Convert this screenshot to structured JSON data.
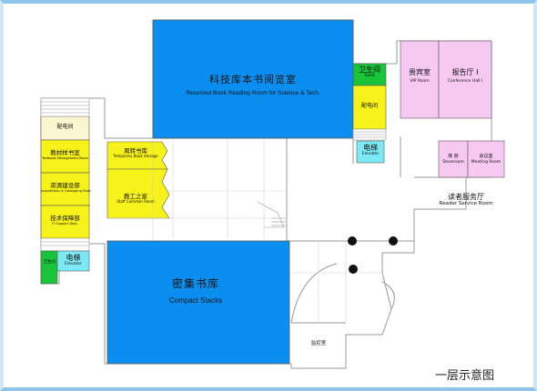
{
  "map": {
    "caption": "一层示意图",
    "rooms": {
      "science_reading": {
        "zh": "科技库本书阅览室",
        "en": "Reserved Book Reading Room for Science & Tech."
      },
      "toilet_top": {
        "zh": "卫生间",
        "en": "Toilet"
      },
      "power_room_center": {
        "zh": "配电间"
      },
      "elevator_center": {
        "zh": "电梯",
        "en": "Elevator"
      },
      "vip_room": {
        "zh": "贵宾室",
        "en": "VIP Room"
      },
      "conference_hall": {
        "zh": "报告厅 I",
        "en": "Conference Hall  I"
      },
      "storeroom": {
        "zh": "库 房",
        "en": "Storeroom"
      },
      "meeting_room": {
        "zh": "会议室",
        "en": "Meeting Room"
      },
      "reader_service": {
        "zh": "读者服务厅",
        "en": "Reader Service Room"
      },
      "power_room_left": {
        "zh": "配电间"
      },
      "textbook_mgmt": {
        "zh": "教材样书室",
        "en": "Textbook Management Room"
      },
      "acquisitions": {
        "zh": "资源建设部",
        "en": "Acquisitions & Cataloging Dept."
      },
      "it_support": {
        "zh": "技术保障部",
        "en": "IT Support Dept."
      },
      "toilet_left": {
        "zh": "卫生间"
      },
      "elevator_left": {
        "zh": "电梯",
        "en": "Elevator"
      },
      "temp_storage": {
        "zh": "周转书库",
        "en": "Temporary Book Storage"
      },
      "staff_common": {
        "zh": "教工之家",
        "en": "Staff Common Room"
      },
      "compact_stacks": {
        "zh": "密集书库",
        "en": "Compact Stacks"
      },
      "monitor_room": {
        "zh": "监控室"
      }
    },
    "colors": {
      "blue": "#0a8ff0",
      "yellow": "#f7f21a",
      "pink": "#f6c8f2",
      "green": "#19c43a",
      "cyan": "#7de9f5",
      "cream": "#fbf6cf",
      "wall": "#9a9a9a",
      "pillar": "#111111"
    }
  }
}
